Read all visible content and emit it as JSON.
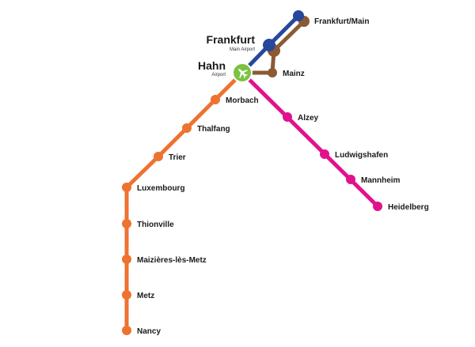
{
  "colors": {
    "orange": "#ee7230",
    "magenta": "#e0128e",
    "blue": "#27479c",
    "brown": "#8b5a34",
    "airport_green": "#7cc242",
    "text": "#1a1a1a"
  },
  "hubs": {
    "frankfurt_airport": {
      "name": "Frankfurt",
      "sub": "Main Airport"
    },
    "hahn_airport": {
      "name": "Hahn",
      "sub": "Airport",
      "icon": "airplane-icon"
    }
  },
  "stations": {
    "frankfurt_main": "Frankfurt/Main",
    "mainz": "Mainz",
    "morbach": "Morbach",
    "thalfang": "Thalfang",
    "trier": "Trier",
    "luxembourg": "Luxembourg",
    "thionville": "Thionville",
    "maizieres": "Maizières-lès-Metz",
    "metz": "Metz",
    "nancy": "Nancy",
    "alzey": "Alzey",
    "ludwigshafen": "Ludwigshafen",
    "mannheim": "Mannheim",
    "heidelberg": "Heidelberg"
  }
}
